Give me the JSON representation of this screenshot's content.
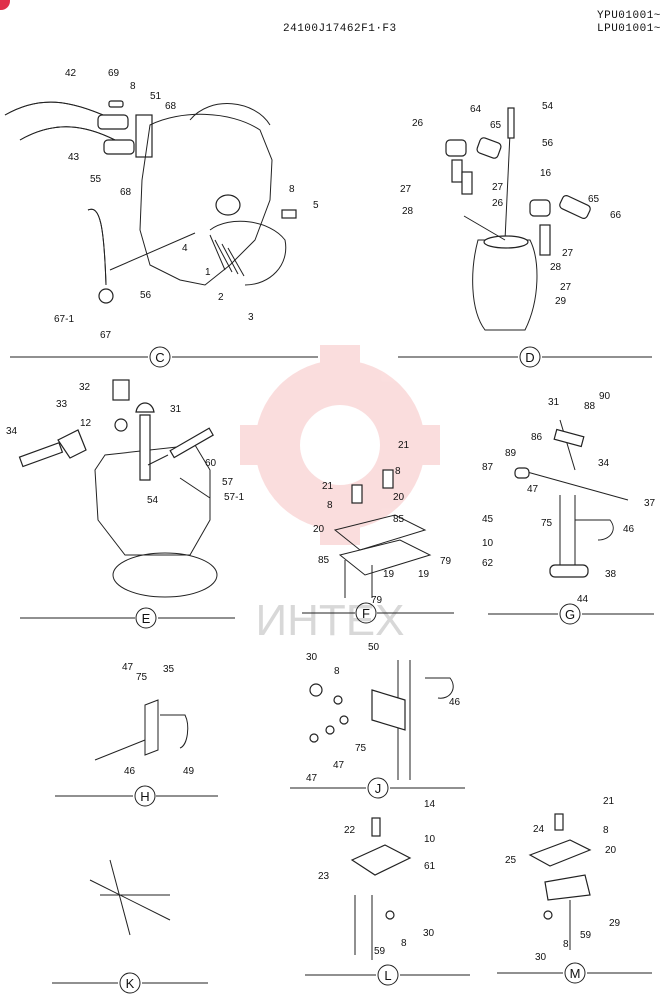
{
  "header": {
    "drawing_code": "24100J17462F1·F3",
    "serial_1": "YPU01001~",
    "serial_2": "LPU01001~"
  },
  "watermark": {
    "text": "ИНТЕХ",
    "color": "#f08a8a"
  },
  "accent_color": "#e0304a",
  "sections": [
    {
      "id": "C",
      "callouts": [
        "42",
        "69",
        "8",
        "51",
        "68",
        "43",
        "55",
        "68",
        "5",
        "8",
        "4",
        "1",
        "2",
        "3",
        "56",
        "67-1",
        "67"
      ]
    },
    {
      "id": "D",
      "callouts": [
        "54",
        "64",
        "26",
        "65",
        "56",
        "27",
        "27",
        "28",
        "26",
        "16",
        "65",
        "66",
        "27",
        "28",
        "29",
        "27"
      ]
    },
    {
      "id": "E",
      "callouts": [
        "32",
        "33",
        "12",
        "31",
        "34",
        "60",
        "57",
        "57-1",
        "54"
      ]
    },
    {
      "id": "F",
      "callouts": [
        "21",
        "21",
        "8",
        "8",
        "20",
        "20",
        "85",
        "85",
        "79",
        "19",
        "19",
        "79"
      ]
    },
    {
      "id": "G",
      "callouts": [
        "31",
        "88",
        "90",
        "86",
        "89",
        "87",
        "34",
        "37",
        "47",
        "75",
        "45",
        "46",
        "10",
        "62",
        "38",
        "44"
      ]
    },
    {
      "id": "H",
      "callouts": [
        "47",
        "75",
        "35",
        "46",
        "49"
      ]
    },
    {
      "id": "J",
      "callouts": [
        "30",
        "50",
        "8",
        "46",
        "75",
        "47",
        "47"
      ]
    },
    {
      "id": "K",
      "callouts": []
    },
    {
      "id": "L",
      "callouts": [
        "14",
        "22",
        "10",
        "61",
        "23",
        "30",
        "59",
        "8"
      ]
    },
    {
      "id": "M",
      "callouts": [
        "21",
        "24",
        "8",
        "25",
        "20",
        "29",
        "30",
        "8",
        "59"
      ]
    }
  ]
}
